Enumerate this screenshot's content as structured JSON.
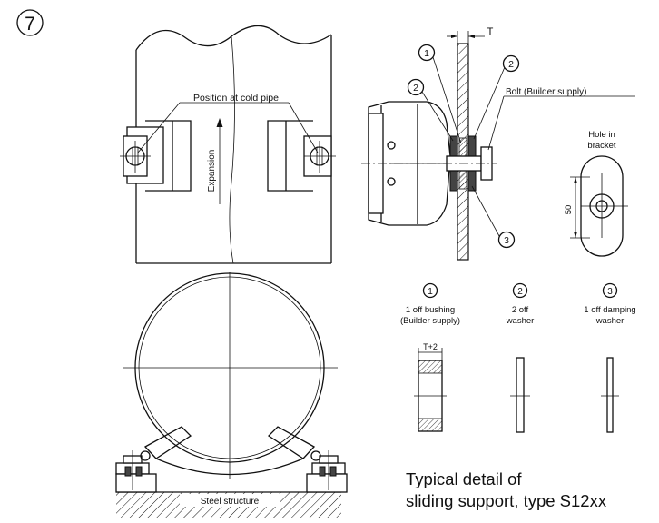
{
  "figure_number": "7",
  "labels": {
    "position_at_cold_pipe": "Position at cold pipe",
    "expansion": "Expansion",
    "dimension_t": "T",
    "bolt": "Bolt (Builder supply)",
    "hole_in_bracket_line1": "Hole in",
    "hole_in_bracket_line2": "bracket",
    "dimension_50": "50",
    "steel_structure": "Steel structure",
    "dimension_t_plus_2": "T+2"
  },
  "callouts": {
    "c1": "1",
    "c2a": "2",
    "c2b": "2",
    "c3": "3"
  },
  "parts": [
    {
      "number": "1",
      "line1": "1 off bushing",
      "line2": "(Builder supply)"
    },
    {
      "number": "2",
      "line1": "2 off",
      "line2": "washer"
    },
    {
      "number": "3",
      "line1": "1 off damping",
      "line2": "washer"
    }
  ],
  "caption": {
    "line1": "Typical detail of",
    "line2": "sliding support, type S12xx"
  }
}
